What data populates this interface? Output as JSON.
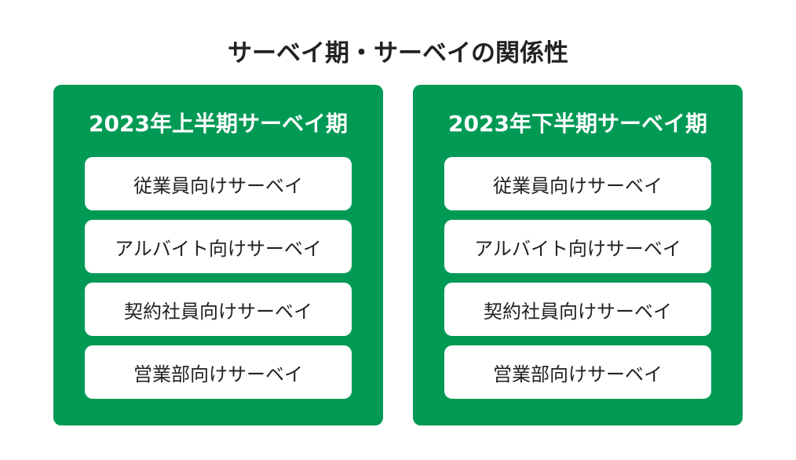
{
  "title": "サーベイ期・サーベイの関係性",
  "panels": [
    {
      "title": "2023年上半期サーベイ期",
      "items": [
        "従業員向けサーベイ",
        "アルバイト向けサーベイ",
        "契約社員向けサーベイ",
        "営業部向けサーベイ"
      ]
    },
    {
      "title": "2023年下半期サーベイ期",
      "items": [
        "従業員向けサーベイ",
        "アルバイト向けサーベイ",
        "契約社員向けサーベイ",
        "営業部向けサーベイ"
      ]
    }
  ],
  "colors": {
    "panel_bg": "#009a55",
    "item_bg": "#ffffff",
    "title_text": "#222222",
    "panel_title_text": "#ffffff"
  }
}
